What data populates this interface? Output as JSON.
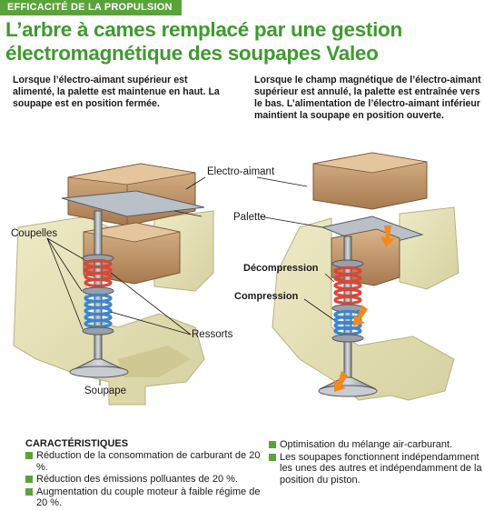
{
  "header": {
    "tag": "EFFICACITÉ DE LA PROPULSION",
    "title": "L’arbre à cames remplacé par une gestion électromagnétique des soupapes Valeo"
  },
  "captions": {
    "left": "Lorsque l’électro-aimant supérieur est alimenté, la palette est maintenue en haut. La soupape est en position fermée.",
    "right": "Lorsque le champ magnétique de l’électro-aimant supérieur est annulé, la palette est entraînée vers le bas. L’alimentation de l’électro-aimant inférieur maintient la soupape en position ouverte."
  },
  "labels": {
    "electro_aimant": "Electro-aimant",
    "palette": "Palette",
    "coupelles": "Coupelles",
    "ressorts": "Ressorts",
    "soupape": "Soupape",
    "decompression": "Décompression",
    "compression": "Compression"
  },
  "specs": {
    "title": "CARACTÉRISTIQUES",
    "left_items": [
      "Réduction de la consommation de carburant de 20 %.",
      "Réduction des émissions polluantes de 20 %.",
      "Augmentation du couple moteur à faible régime de 20 %."
    ],
    "right_items": [
      "Optimisation du mélange air-carburant.",
      "Les soupapes fonctionnent indépendamment les unes des autres et indépendamment de la position du piston."
    ]
  },
  "colors": {
    "accent_green": "#5aa33a",
    "title_green": "#3f9a2f",
    "magnet_brown": "#c49a6c",
    "engine_block": "#e6e2b8",
    "spring_red": "#d8473a",
    "spring_blue": "#3a86d0",
    "arrow_orange": "#f08a1c"
  }
}
